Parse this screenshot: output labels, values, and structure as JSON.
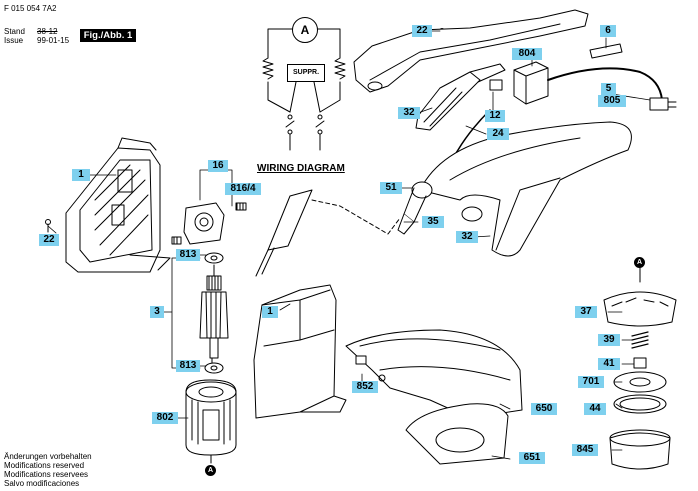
{
  "header": {
    "part_number": "F 015 054 7A2",
    "stand_label": "Stand",
    "stand_old": "38-12",
    "issue_label": "Issue",
    "issue_date": "99-01-15",
    "figure_label": "Fig./Abb. 1"
  },
  "wiring": {
    "title": "WIRING DIAGRAM",
    "suppressor_label": "SUPPR.",
    "motor_symbol": "A"
  },
  "callouts": {
    "c1_left": "1",
    "c22_left": "22",
    "c16": "16",
    "c816": "816/4",
    "c813_top": "813",
    "c3": "3",
    "c813_bottom": "813",
    "c802": "802",
    "c22_top": "22",
    "c6": "6",
    "c804": "804",
    "c5": "5",
    "c805": "805",
    "c12": "12",
    "c32_upper": "32",
    "c24": "24",
    "c51": "51",
    "c35": "35",
    "c32_lower": "32",
    "c1_guard": "1",
    "c852": "852",
    "c650": "650",
    "c651": "651",
    "c37": "37",
    "c39": "39",
    "c41": "41",
    "c701": "701",
    "c44": "44",
    "c845": "845"
  },
  "connectors": {
    "a_bottom": "A",
    "a_right": "A"
  },
  "footer_notes": [
    "Änderungen vorbehalten",
    "Modifications reserved",
    "Modifications reservees",
    "Salvo modificaciones"
  ],
  "colors": {
    "callout_fill": "#7ed0ee",
    "figure_box": "#000000",
    "line": "#000000"
  }
}
